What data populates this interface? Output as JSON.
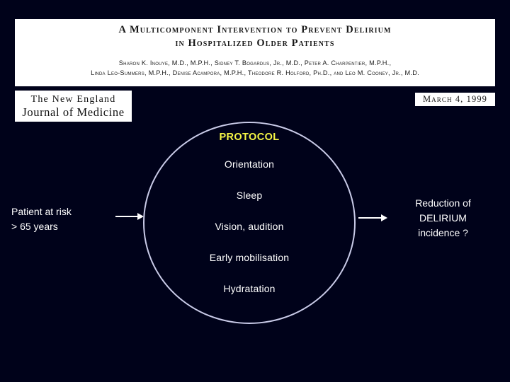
{
  "slide": {
    "background_color": "#00021a"
  },
  "paper": {
    "title_line1": "A Multicomponent Intervention to Prevent Delirium",
    "title_line2": "in Hospitalized Older Patients",
    "authors_line1": "Sharon K. Inouye, M.D., M.P.H., Sidney T. Bogardus, Jr., M.D., Peter A. Charpentier, M.P.H.,",
    "authors_line2": "Linda Leo-Summers, M.P.H., Denise Acampora, M.P.H., Theodore R. Holford, Ph.D., and Leo M. Cooney, Jr., M.D."
  },
  "journal": {
    "name_line1": "The New England",
    "name_line2": "Journal of Medicine",
    "issue_date": "March 4, 1999"
  },
  "diagram": {
    "input": {
      "line1": "Patient at risk",
      "line2": "> 65 years"
    },
    "protocol": {
      "heading": "PROTOCOL",
      "heading_color": "#f7f745",
      "circle_stroke_color": "#c9cbe8",
      "items": [
        {
          "label": "Orientation"
        },
        {
          "label": "Sleep"
        },
        {
          "label": "Vision, audition"
        },
        {
          "label": "Early mobilisation"
        },
        {
          "label": "Hydratation"
        }
      ]
    },
    "output": {
      "line1": "Reduction of",
      "line2": "DELIRIUM",
      "line3": "incidence ?"
    },
    "arrows": [
      {
        "name": "input-to-protocol",
        "direction": "right"
      },
      {
        "name": "protocol-to-output",
        "direction": "right"
      }
    ]
  }
}
